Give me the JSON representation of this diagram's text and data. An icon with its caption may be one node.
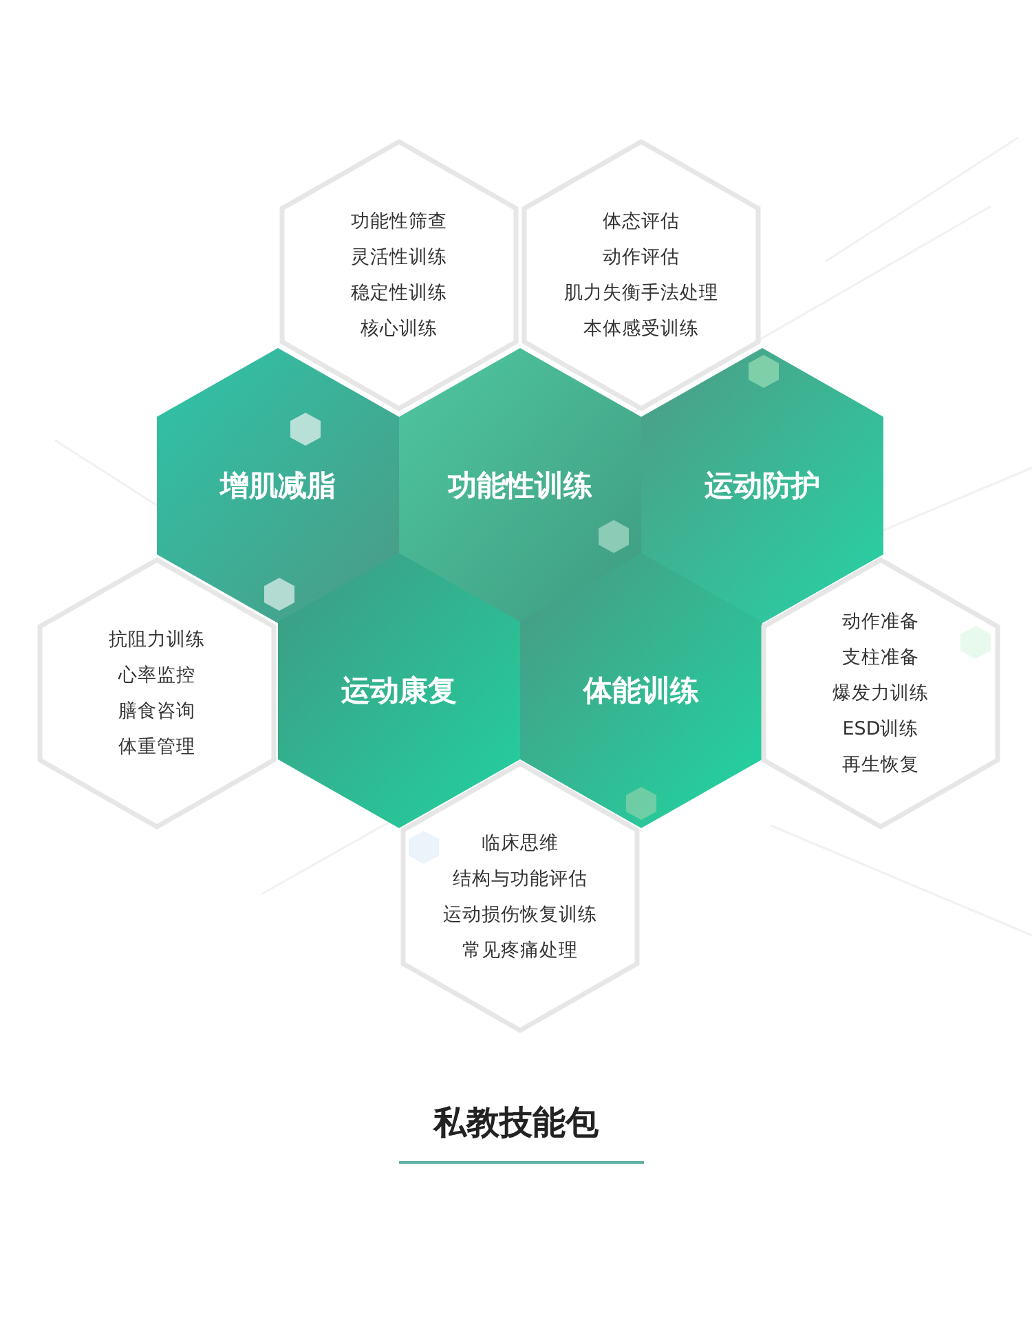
{
  "diagram": {
    "title": "私教技能包",
    "nodes": [
      {
        "text": [
          "功能性筛查",
          "灵活性训练",
          "稳定性训练",
          "核心训练"
        ]
      },
      {
        "text": [
          "体态评估",
          "动作评估",
          "肌力失衡手法处理",
          "本体感受训练"
        ]
      },
      {
        "text": [
          "增肌减脂"
        ]
      },
      {
        "text": [
          "功能性训练"
        ]
      },
      {
        "text": [
          "运动防护"
        ]
      },
      {
        "text": [
          "抗阻力训练",
          "心率监控",
          "膳食咨询",
          "体重管理"
        ]
      },
      {
        "text": [
          "运动康复"
        ]
      },
      {
        "text": [
          "体能训练"
        ]
      },
      {
        "text": [
          "动作准备",
          "支柱准备",
          "爆发力训练",
          "ESD训练",
          "再生恢复"
        ]
      },
      {
        "text": [
          "临床思维",
          "结构与功能评估",
          "运动损伤恢复训练",
          "常见疼痛处理"
        ]
      }
    ]
  }
}
